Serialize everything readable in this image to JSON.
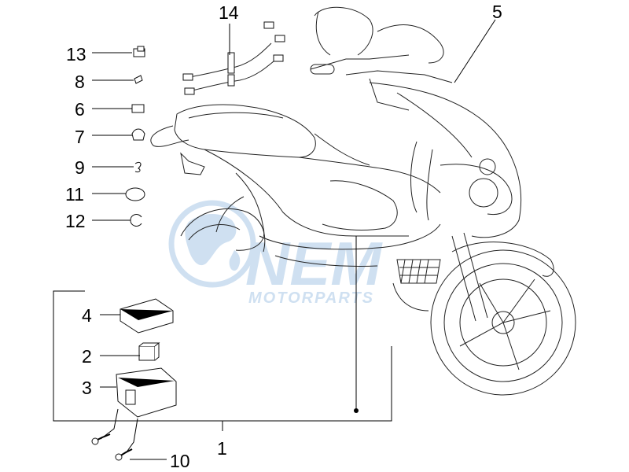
{
  "callouts": {
    "c1": "1",
    "c2": "2",
    "c3": "3",
    "c4": "4",
    "c5": "5",
    "c6": "6",
    "c7": "7",
    "c8": "8",
    "c9": "9",
    "c10": "10",
    "c11": "11",
    "c12": "12",
    "c13": "13",
    "c14": "14"
  },
  "watermark": {
    "brand": "NEM",
    "tagline": "MOTORPARTS",
    "color": "#a8c8e6"
  },
  "icons": {
    "globe": "globe-icon",
    "scooter": "scooter-illustration"
  }
}
